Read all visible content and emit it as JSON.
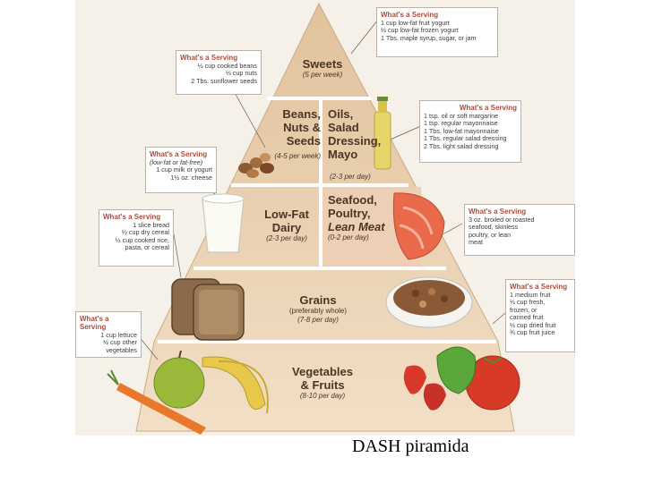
{
  "levels": {
    "sweets": {
      "title": "Sweets",
      "sub": "(5 per week)"
    },
    "nuts": {
      "title_lines": [
        "Beans,",
        "Nuts &",
        "Seeds"
      ],
      "sub": "(4-5 per week)"
    },
    "oils": {
      "title_lines": [
        "Oils,",
        "Salad",
        "Dressing,",
        "Mayo"
      ],
      "sub": "(2-3 per day)"
    },
    "dairy": {
      "title_lines": [
        "Low-Fat",
        "Dairy"
      ],
      "sub": "(2-3 per day)"
    },
    "meat": {
      "title_lines": [
        "Seafood,",
        "Poultry,",
        "Lean Meat"
      ],
      "sub": "(0-2 per day)"
    },
    "grains": {
      "title": "Grains",
      "sub1": "(preferably whole)",
      "sub2": "(7-8 per day)"
    },
    "veg": {
      "title_lines": [
        "Vegetables",
        "& Fruits"
      ],
      "sub": "(8-10 per day)"
    }
  },
  "serving_title": "What's a Serving",
  "servings": {
    "sweets": [
      "1 cup low-fat fruit yogurt",
      "½ cup low-fat frozen yogurt",
      "1 Tbs. maple syrup, sugar, or jam"
    ],
    "nuts": [
      "½ cup cooked beans",
      "⅓ cup nuts",
      "2 Tbs. sunflower seeds"
    ],
    "oils": [
      "1 tsp. oil or soft margarine",
      "1 tsp. regular mayonnaise",
      "1 Tbs. low-fat mayonnaise",
      "1 Tbs. regular salad dressing",
      "2 Tbs. light salad dressing"
    ],
    "dairy_note": "(low-fat or fat-free)",
    "dairy": [
      "1 cup milk or yogurt",
      "1½ oz. cheese"
    ],
    "meat": [
      "3 oz. broiled or roasted",
      "seafood, skinless",
      "poultry, or lean",
      "meat"
    ],
    "grains": [
      "1 slice bread",
      "½ cup dry cereal",
      "½ cup cooked rice,",
      "pasta, or cereal"
    ],
    "fruit": [
      "1 medium fruit",
      "½ cup fresh,",
      "frozen, or",
      "canned fruit",
      "½ cup dried fruit",
      "¾ cup fruit juice"
    ],
    "veg": [
      "1 cup lettuce",
      "½ cup other",
      "vegetables"
    ]
  },
  "caption": "DASH piramida",
  "icons": [
    "nuts-icon",
    "oil-bottle-icon",
    "milk-glass-icon",
    "salmon-icon",
    "bread-icon",
    "cereal-bowl-icon",
    "apple-icon",
    "banana-icon",
    "carrot-icon",
    "tomato-icon",
    "pepper-icon",
    "strawberry-icon"
  ],
  "colors": {
    "pyramid_top": "#e3c7a3",
    "pyramid_bottom": "#f1dcc0",
    "text": "#4a3524",
    "serving_title": "#b04a3a"
  }
}
